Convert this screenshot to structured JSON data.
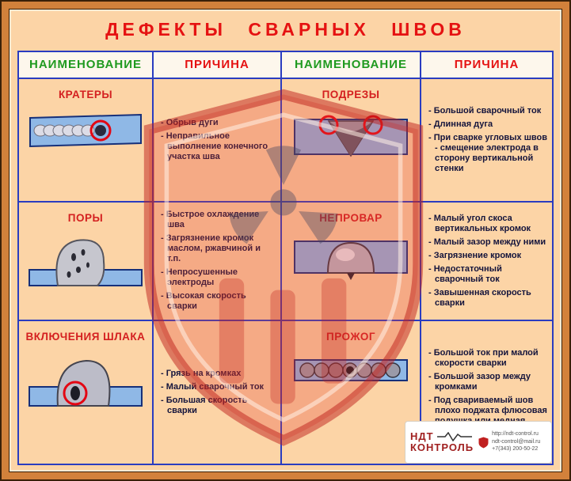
{
  "title": "ДЕФЕКТЫ СВАРНЫХ ШВОВ",
  "headers": {
    "name1": "НАИМЕНОВАНИЕ",
    "cause1": "ПРИЧИНА",
    "name2": "НАИМЕНОВАНИЕ",
    "cause2": "ПРИЧИНА"
  },
  "defects": {
    "kratery": {
      "name": "КРАТЕРЫ",
      "causes": [
        "- Обрыв дуги",
        "- Неправильное выполнение конечного участка шва"
      ]
    },
    "podrezy": {
      "name": "ПОДРЕЗЫ",
      "causes": [
        "- Большой сварочный ток",
        "- Длинная дуга",
        "- При сварке угловых швов - смещение электрода в сторону вертикальной стенки"
      ]
    },
    "pory": {
      "name": "ПОРЫ",
      "causes": [
        "- Быстрое охлаждение шва",
        "- Загрязнение кромок маслом, ржавчиной и т.п.",
        "- Непросушенные электроды",
        "- Высокая скорость сварки"
      ]
    },
    "neprovar": {
      "name": "НЕПРОВАР",
      "causes": [
        "- Малый угол скоса вертикальных кромок",
        "- Малый зазор между ними",
        "- Загрязнение кромок",
        "- Недостаточный сварочный ток",
        "- Завышенная скорость сварки"
      ]
    },
    "shlak": {
      "name": "ВКЛЮЧЕНИЯ ШЛАКА",
      "causes": [
        "- Грязь на кромках",
        "- Малый сварочный ток",
        "- Большая скорость сварки"
      ]
    },
    "prozhog": {
      "name": "ПРОЖОГ",
      "causes": [
        "- Большой ток при малой скорости сварки",
        "- Большой зазор между кромками",
        "- Под свариваемый шов плохо поджата флюсовая подушка или медная подкладка"
      ]
    }
  },
  "logo": {
    "brand_top": "НДТ",
    "brand_bottom": "КОНТРОЛЬ",
    "contact1": "http://ndt-control.ru",
    "contact2": "ndt-control@mail.ru",
    "contact3": "+7(343) 200-50-22"
  },
  "colors": {
    "title_red": "#e51212",
    "header_green": "#1f9a1f",
    "grid_blue": "#2a3cc0",
    "background_peach": "#fcd4a6",
    "frame_orange": "#d2813b"
  }
}
